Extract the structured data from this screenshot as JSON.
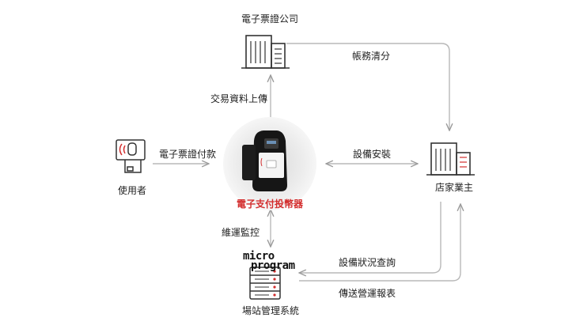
{
  "nodes": {
    "company": "電子票證公司",
    "user": "使用者",
    "device": "電子支付投幣器",
    "owner": "店家業主",
    "system": "場站管理系統"
  },
  "edges": {
    "settlement": "帳務清分",
    "upload": "交易資料上傳",
    "payment": "電子票證付款",
    "install": "設備安裝",
    "maintenance": "維運監控",
    "status_query": "設備狀況查詢",
    "report": "傳送營運報表"
  },
  "logo": {
    "line1": "micro",
    "line2": "program"
  },
  "colors": {
    "accent": "#d32d2d",
    "line": "#b8b8b8",
    "icon": "#333333"
  }
}
